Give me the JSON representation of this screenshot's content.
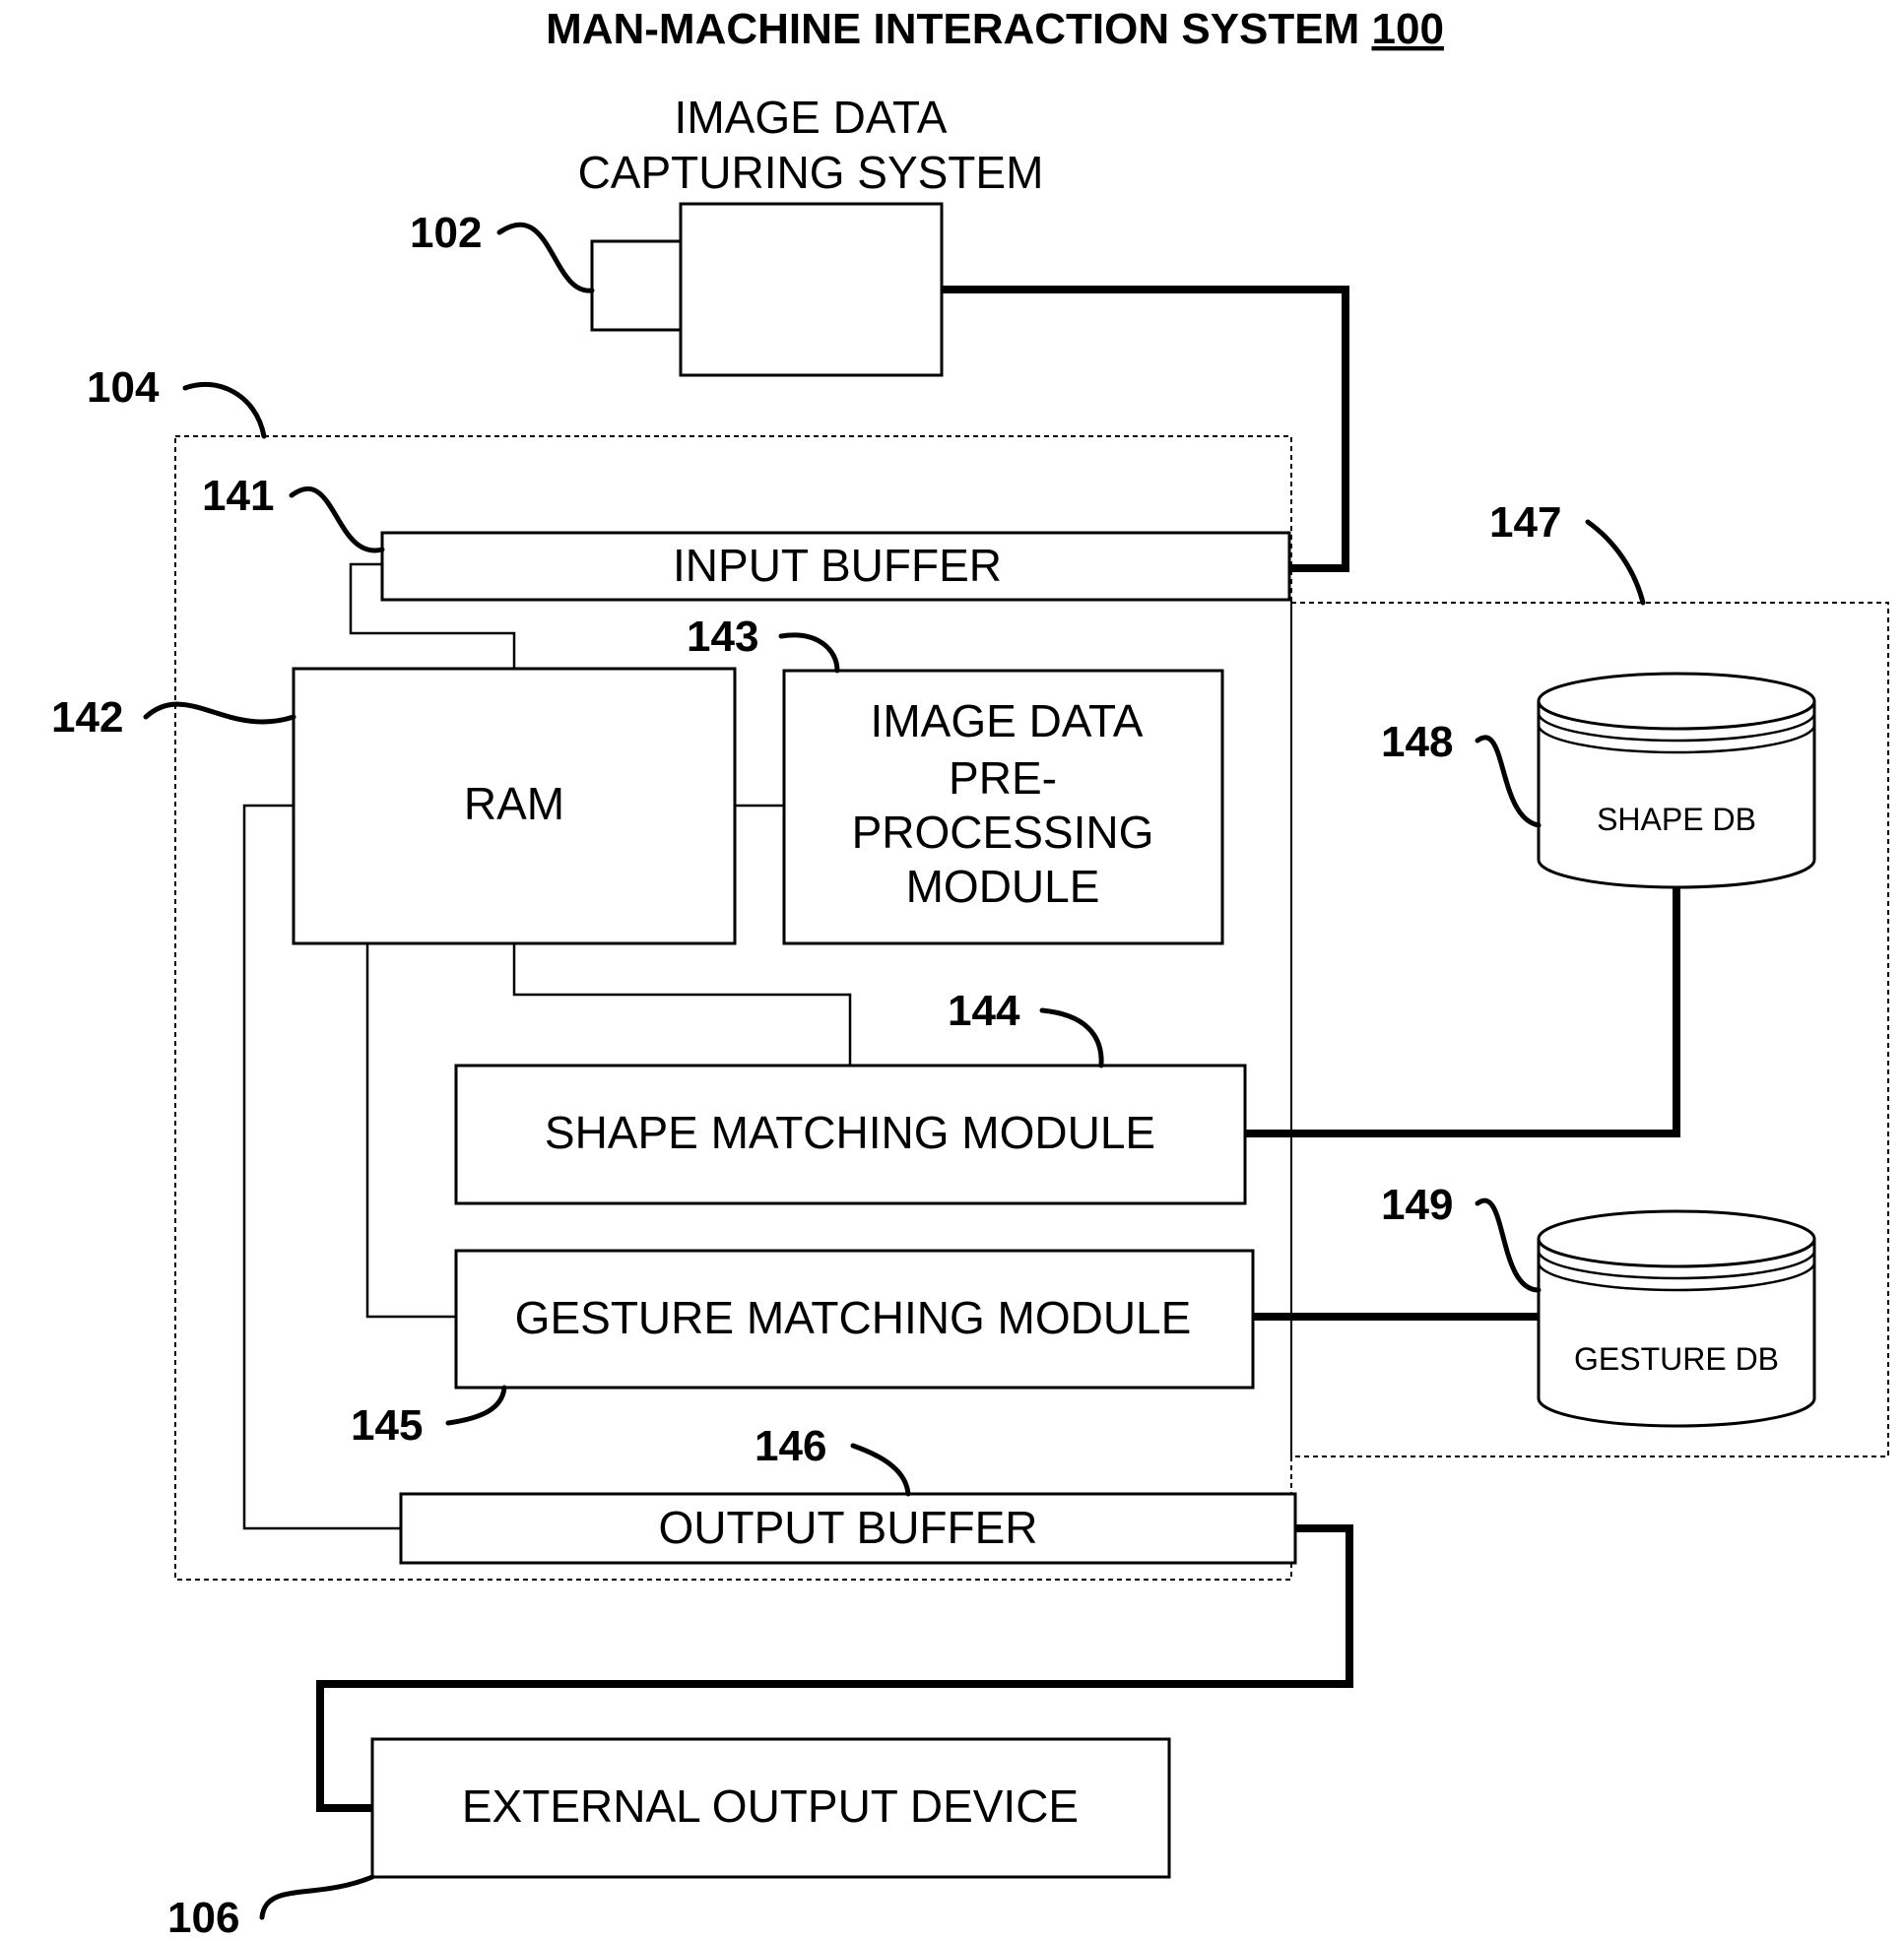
{
  "title": {
    "text": "MAN-MACHINE INTERACTION SYSTEM",
    "number": "100"
  },
  "capturing_system": {
    "label_line1": "IMAGE DATA",
    "label_line2": "CAPTURING SYSTEM",
    "ref": "102"
  },
  "processing_unit": {
    "ref": "104"
  },
  "input_buffer": {
    "label": "INPUT BUFFER",
    "ref": "141"
  },
  "ram": {
    "label": "RAM",
    "ref": "142"
  },
  "preprocessing": {
    "line1": "IMAGE DATA",
    "line2": "PRE-",
    "line3": "PROCESSING",
    "line4": "MODULE",
    "ref": "143"
  },
  "shape_matching": {
    "label": "SHAPE MATCHING MODULE",
    "ref": "144"
  },
  "gesture_matching": {
    "label": "GESTURE MATCHING MODULE",
    "ref": "145"
  },
  "output_buffer": {
    "label": "OUTPUT BUFFER",
    "ref": "146"
  },
  "database_group": {
    "ref": "147"
  },
  "shape_db": {
    "label": "SHAPE DB",
    "ref": "148"
  },
  "gesture_db": {
    "label": "GESTURE DB",
    "ref": "149"
  },
  "external_output": {
    "label": "EXTERNAL OUTPUT DEVICE",
    "ref": "106"
  }
}
